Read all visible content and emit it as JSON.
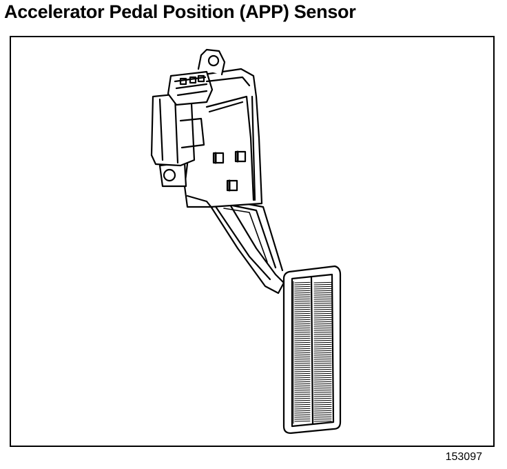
{
  "figure": {
    "title": "Accelerator Pedal Position (APP) Sensor",
    "figure_number": "153097",
    "illustration": "accelerator-pedal-assembly",
    "colors": {
      "line": "#000000",
      "background": "#ffffff"
    }
  }
}
